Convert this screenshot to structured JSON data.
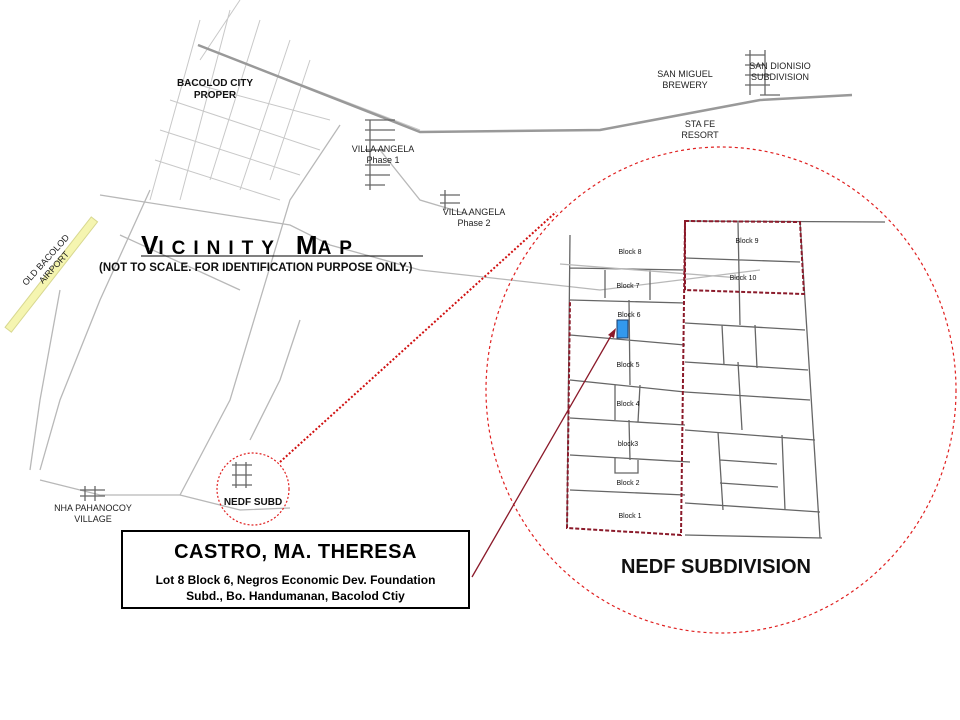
{
  "map": {
    "title": "VICINITY MAP",
    "title_parts": [
      "V",
      "ICINITY",
      "M",
      "AP"
    ],
    "subtitle": "(NOT TO SCALE. FOR IDENTIFICATION PURPOSE ONLY.)",
    "places": {
      "bacolod_1": "BACOLOD CITY",
      "bacolod_2": "PROPER",
      "villa1_1": "VILLA ANGELA",
      "villa1_2": "Phase 1",
      "villa2_1": "VILLA ANGELA",
      "villa2_2": "Phase 2",
      "smb_1": "SAN MIGUEL",
      "smb_2": "BREWERY",
      "sd_1": "SAN DIONISIO",
      "sd_2": "SUBDIVISION",
      "stafe_1": "STA FE",
      "stafe_2": "RESORT",
      "airport_1": "OLD BACOLOD",
      "airport_2": "AIRPORT",
      "nha_1": "NHA PAHANOCOY",
      "nha_2": "VILLAGE",
      "nedf": "NEDF SUBD"
    },
    "inset_title": "NEDF SUBDIVISION",
    "blocks": [
      "Block 1",
      "Block 2",
      "block3",
      "Block 4",
      "Block 5",
      "Block 6",
      "Block 7",
      "Block 8",
      "Block 9",
      "Block 10"
    ],
    "colors": {
      "boundary": "#8b1a2a",
      "circle": "#e02020",
      "lot": "#3399ee",
      "airport": "#f5f5b0"
    }
  },
  "owner": {
    "name": "CASTRO, MA. THERESA",
    "address_1": "Lot 8 Block 6, Negros Economic Dev. Foundation",
    "address_2": "Subd., Bo. Handumanan, Bacolod Ctiy"
  }
}
